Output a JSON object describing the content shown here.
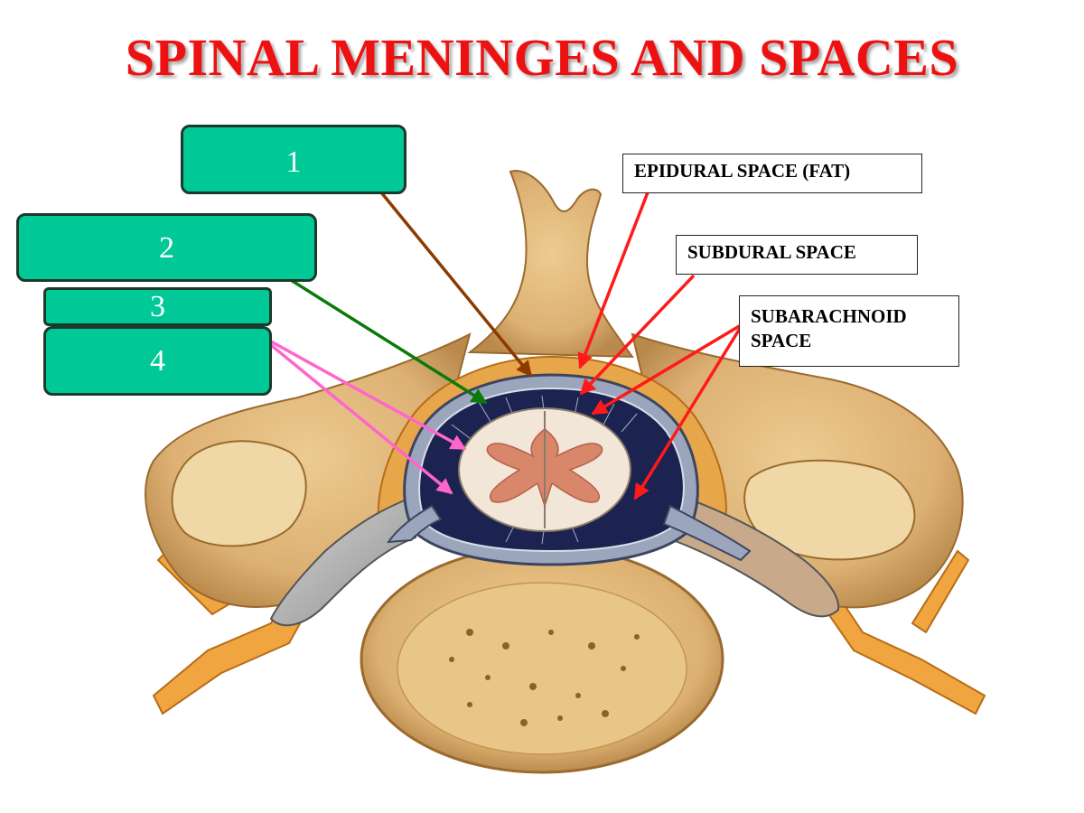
{
  "slide": {
    "title": "SPINAL MENINGES AND SPACES"
  },
  "numbered_boxes": [
    {
      "label": "1",
      "arrow_color": "#8b3a00"
    },
    {
      "label": "2",
      "arrow_color": "#0a7a0a"
    },
    {
      "label": "3",
      "arrow_color": "#ff66cc"
    },
    {
      "label": "4",
      "arrow_color": "#ff66cc"
    }
  ],
  "text_labels": {
    "epidural": "EPIDURAL SPACE (FAT)",
    "subdural": "SUBDURAL SPACE",
    "subarachnoid_line1": "SUBARACHNOID",
    "subarachnoid_line2": "SPACE"
  },
  "colors": {
    "title": "#ee1111",
    "box_fill": "#00c896",
    "label_arrow": "#ff1a1a",
    "bone": "#e2b87a",
    "bone_dark": "#b07e3e",
    "dura": "#9ba6bd",
    "csf_space": "#1c2350",
    "cord_white": "#f2e6d8",
    "cord_grey": "#d9876a",
    "fat": "#e8a64a",
    "nerve": "#f0a540"
  }
}
